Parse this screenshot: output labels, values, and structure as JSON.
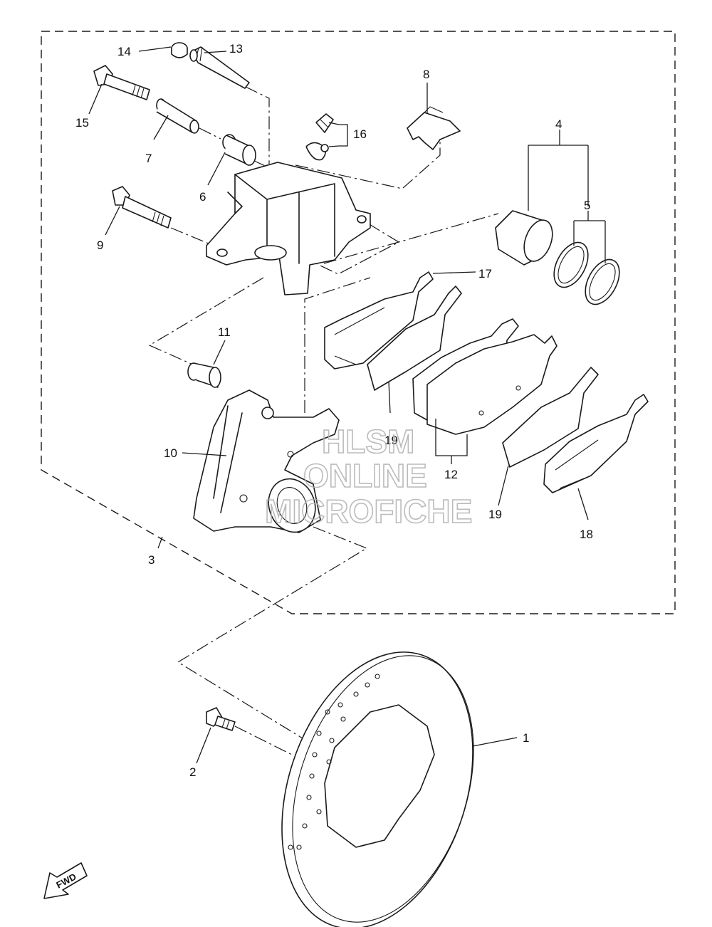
{
  "callouts": {
    "c1": "1",
    "c2": "2",
    "c3": "3",
    "c4": "4",
    "c5": "5",
    "c6": "6",
    "c7": "7",
    "c8": "8",
    "c9": "9",
    "c10": "10",
    "c11": "11",
    "c12": "12",
    "c13": "13",
    "c14": "14",
    "c15": "15",
    "c16": "16",
    "c17": "17",
    "c18": "18",
    "c19a": "19",
    "c19b": "19"
  },
  "watermark": {
    "line1": "HLSM",
    "line2": "ONLINE",
    "line3": "MICROFICHE"
  },
  "direction_marker": {
    "label": "FWD"
  }
}
